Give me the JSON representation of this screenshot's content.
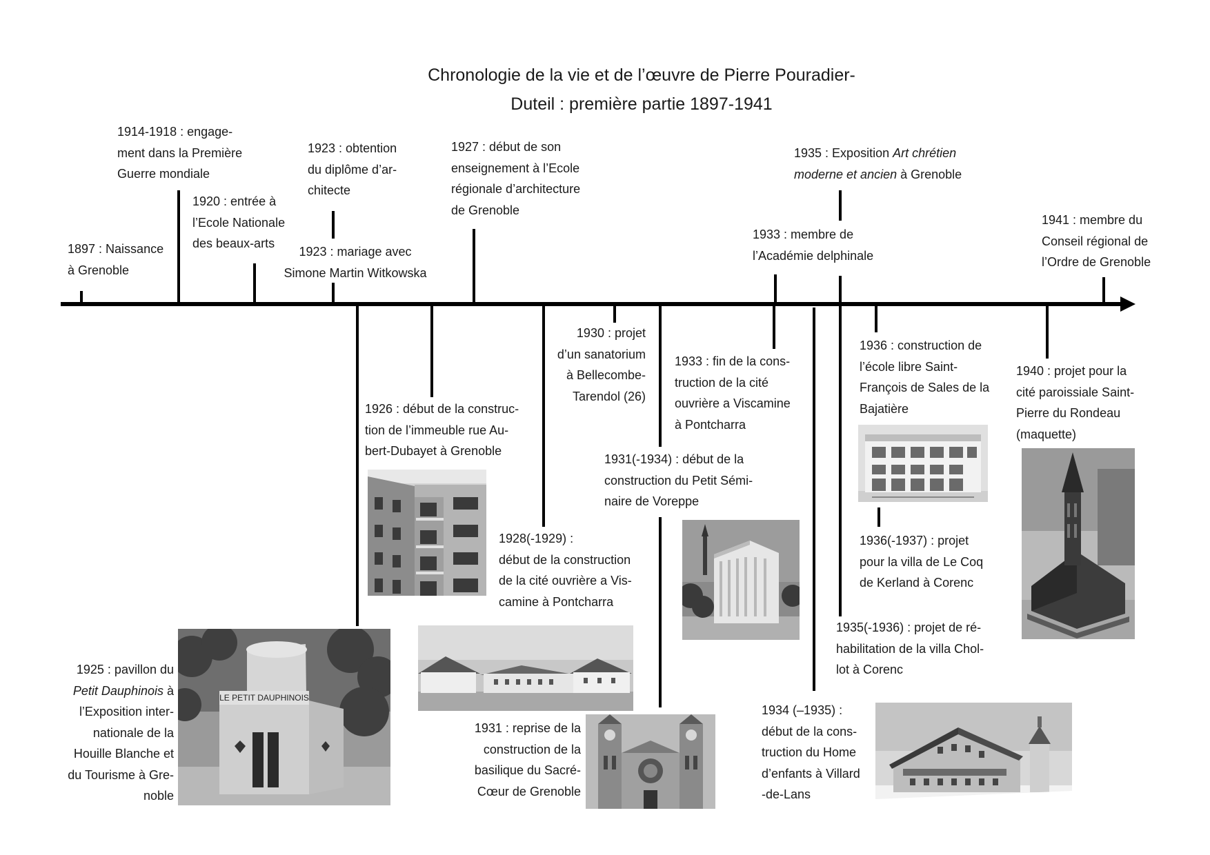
{
  "title": {
    "line1": "Chronologie de la vie et de l’œuvre de Pierre Pouradier-",
    "line2": "Duteil : première partie 1897-1941"
  },
  "events": {
    "e1897": [
      "1897 : Naissance",
      "à Grenoble"
    ],
    "e1914": [
      "1914-1918 : engage-",
      "ment dans la Première",
      "Guerre mondiale"
    ],
    "e1920": [
      "1920 : entrée à",
      "l’Ecole Nationale",
      "des beaux-arts"
    ],
    "e1923a": [
      "1923 : obtention",
      "du diplôme d’ar-",
      "chitecte"
    ],
    "e1923b": [
      "1923 : mariage avec",
      "Simone Martin Witkowska"
    ],
    "e1927": [
      "1927 : début de son",
      "enseignement  à l’Ecole",
      "régionale d’architecture",
      "de Grenoble"
    ],
    "e1935expo": {
      "pre": "1935 : Exposition ",
      "em1": "Art chrétien",
      "em2": "moderne et ancien",
      "post": " à Grenoble"
    },
    "e1933a": [
      "1933 : membre de",
      "l’Académie delphinale"
    ],
    "e1941": [
      "1941 : membre du",
      "Conseil régional de",
      "l’Ordre de Grenoble"
    ],
    "e1930": [
      "1930 : projet",
      "d’un sanatorium",
      "à Bellecombe-",
      "Tarendol (26)"
    ],
    "e1933b": [
      "1933 : fin de la cons-",
      "truction de la cité",
      "ouvrière a Viscamine",
      "à Pontcharra"
    ],
    "e1936a": [
      "1936 : construction de",
      "l’école libre Saint-",
      "François de Sales de la",
      "Bajatière"
    ],
    "e1940": [
      "1940 : projet pour la",
      "cité paroissiale Saint-",
      "Pierre du Rondeau",
      "(maquette)"
    ],
    "e1926": [
      "1926 : début de la construc-",
      "tion de l’immeuble rue Au-",
      "bert-Dubayet à Grenoble"
    ],
    "e1931a": [
      "1931(-1934) : début de la",
      "construction du Petit Sémi-",
      "naire de Voreppe"
    ],
    "e1928": [
      "1928(-1929) :",
      "début de la construction",
      "de la cité ouvrière a Vis-",
      "camine à Pontcharra"
    ],
    "e1936b": [
      "1936(-1937) : projet",
      "pour la villa de Le Coq",
      "de Kerland à Corenc"
    ],
    "e1935b": [
      "1935(-1936) : projet de ré-",
      "habilitation de la villa Chol-",
      "lot à Corenc"
    ],
    "e1925": {
      "l1": "1925 : pavillon du",
      "em": "Petit Dauphinois",
      "l2tail": " à",
      "rest": [
        "l’Exposition inter-",
        "nationale de la",
        "Houille Blanche et",
        "du Tourisme à Gre-",
        "noble"
      ]
    },
    "e1931b": [
      "1931 : reprise de la",
      "construction de la",
      "basilique du Sacré-",
      "Cœur de Grenoble"
    ],
    "e1934": [
      "1934 (–1935) :",
      "début de la cons-",
      "truction du Home",
      "d’enfants à Villard",
      "-de-Lans"
    ]
  },
  "photos": {
    "pavilion_sign": "LE PETIT DAUPHINOIS"
  }
}
